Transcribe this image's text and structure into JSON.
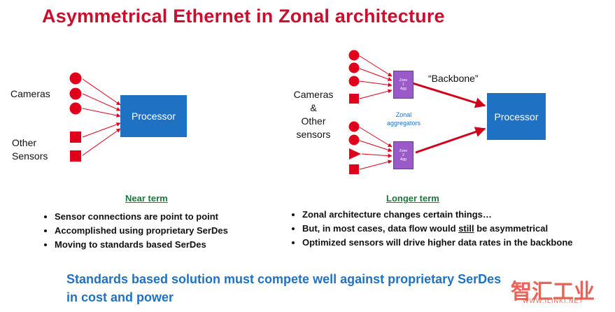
{
  "title": "Asymmetrical Ethernet in Zonal architecture",
  "left_diagram": {
    "cameras_label": "Cameras",
    "other_label_line1": "Other",
    "other_label_line2": "Sensors",
    "processor_label": "Processor"
  },
  "right_diagram": {
    "label_line1": "Cameras",
    "label_line2": "&",
    "label_line3": "Other",
    "label_line4": "sensors",
    "backbone_label": "“Backbone”",
    "zonal_line1": "Zonal",
    "zonal_line2": "aggregators",
    "zone1": [
      "Zone",
      "1",
      "Agg"
    ],
    "zone2": [
      "Zone",
      "2",
      "Agg"
    ],
    "processor_label": "Processor"
  },
  "near_term": {
    "heading": "Near term",
    "bullets": [
      "Sensor connections are point to point",
      "Accomplished using proprietary SerDes",
      "Moving to standards based SerDes"
    ]
  },
  "longer_term": {
    "heading": "Longer term",
    "bullet1": "Zonal architecture changes certain things…",
    "bullet2_before": "But, in most cases, data flow would ",
    "bullet2_underlined": "still",
    "bullet2_after": " be asymmetrical",
    "bullet3": "Optimized sensors will drive higher data rates in the backbone"
  },
  "conclusion_line1": "Standards based solution must compete well against proprietary SerDes",
  "conclusion_line2": "in cost and power",
  "watermark": {
    "logo": "智汇工业",
    "url": "WWW.ILINKI.NET"
  },
  "colors": {
    "title_red": "#c8102e",
    "sensor_red": "#e0001b",
    "processor_blue": "#1f72c3",
    "aggregator_purple": "#9a5bc9",
    "heading_green": "#1b7a3a",
    "conclusion_blue": "#1f72c3"
  }
}
